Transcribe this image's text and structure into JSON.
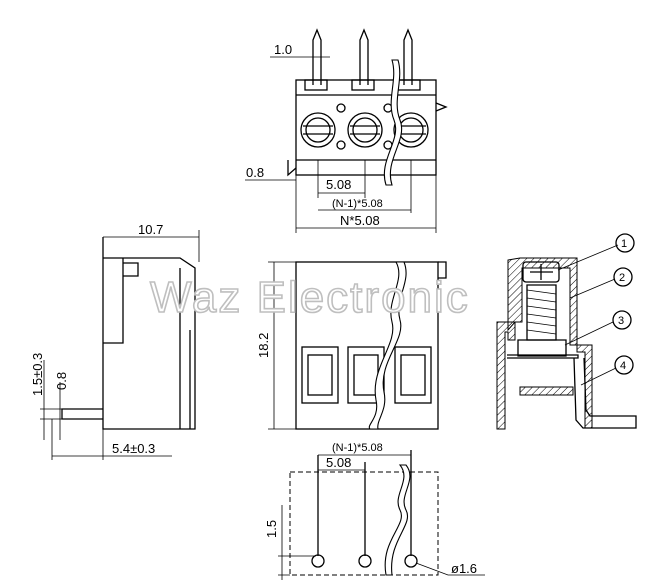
{
  "watermark": "Waz Electronic",
  "dimensions": {
    "pin_width": "1.0",
    "base_offset": "0.8",
    "pitch": "5.08",
    "pitch_n_top": "(N-1)*5.08",
    "total_width": "N*5.08",
    "depth": "10.7",
    "height": "18.2",
    "pin_length_side": "1.5±0.3",
    "pin_thickness": "0.8",
    "pin_extension": "5.4±0.3",
    "pitch_n_bottom": "(N-1)*5.08",
    "pitch_bottom": "5.08",
    "row_offset": "1.5",
    "hole_diameter": "ø1.6"
  },
  "callouts": [
    "1",
    "2",
    "3",
    "4"
  ]
}
